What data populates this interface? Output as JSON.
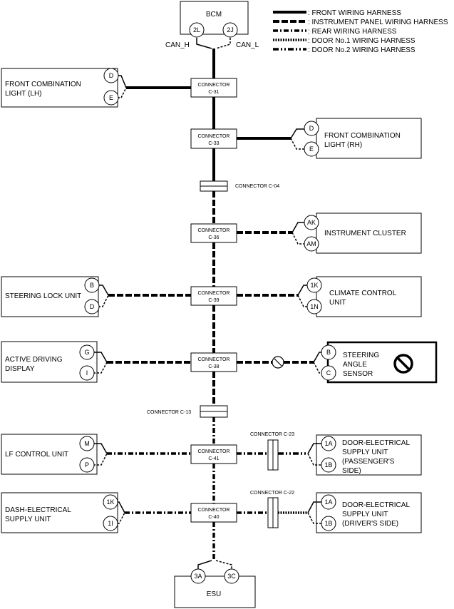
{
  "legend": [
    {
      "style": "front",
      "label": ": FRONT WIRING HARNESS"
    },
    {
      "style": "ip",
      "label": ": INSTRUMENT PANEL WIRING HARNESS"
    },
    {
      "style": "rear",
      "label": ": REAR WIRING HARNESS"
    },
    {
      "style": "door1",
      "label": ": DOOR No.1 WIRING HARNESS"
    },
    {
      "style": "door2",
      "label": ": DOOR No.2 WIRING HARNESS"
    }
  ],
  "bcm": {
    "label": "BCM",
    "pin_left": "2L",
    "pin_right": "2J",
    "can_h": "CAN_H",
    "can_l": "CAN_L"
  },
  "esu": {
    "label": "ESU",
    "pin_left": "3A",
    "pin_right": "3C"
  },
  "connectors": {
    "c31": {
      "line1": "CONNECTOR",
      "line2": "C-31"
    },
    "c33": {
      "line1": "CONNECTOR",
      "line2": "C-33"
    },
    "c36": {
      "line1": "CONNECTOR",
      "line2": "C-36"
    },
    "c39": {
      "line1": "CONNECTOR",
      "line2": "C-39"
    },
    "c38": {
      "line1": "CONNECTOR",
      "line2": "C-38"
    },
    "c41": {
      "line1": "CONNECTOR",
      "line2": "C-41"
    },
    "c40": {
      "line1": "CONNECTOR",
      "line2": "C-40"
    },
    "c04": "CONNECTOR C-04",
    "c13": "CONNECTOR C-13",
    "c23": "CONNECTOR C-23",
    "c22": "CONNECTOR C-22"
  },
  "units": {
    "front_comb_lh": {
      "line1": "FRONT COMBINATION",
      "line2": "LIGHT (LH)",
      "pin1": "D",
      "pin2": "E"
    },
    "front_comb_rh": {
      "line1": "FRONT COMBINATION",
      "line2": "LIGHT (RH)",
      "pin1": "D",
      "pin2": "E"
    },
    "instrument_cluster": {
      "line1": "INSTRUMENT CLUSTER",
      "pin1": "AK",
      "pin2": "AM"
    },
    "steering_lock": {
      "line1": "STEERING LOCK UNIT",
      "pin1": "B",
      "pin2": "D"
    },
    "climate_control": {
      "line1": "CLIMATE CONTROL",
      "line2": "UNIT",
      "pin1": "1K",
      "pin2": "1N"
    },
    "active_driving_display": {
      "line1": "ACTIVE DRIVING",
      "line2": "DISPLAY",
      "pin1": "G",
      "pin2": "I"
    },
    "steering_angle_sensor": {
      "line1": "STEERING",
      "line2": "ANGLE",
      "line3": "SENSOR",
      "pin1": "B",
      "pin2": "C"
    },
    "lf_control": {
      "line1": "LF CONTROL UNIT",
      "pin1": "M",
      "pin2": "P"
    },
    "door_passenger": {
      "line1": "DOOR-ELECTRICAL",
      "line2": "SUPPLY UNIT",
      "line3": "(PASSENGER'S",
      "line4": "SIDE)",
      "pin1": "1A",
      "pin2": "1B"
    },
    "dash_electrical": {
      "line1": "DASH-ELECTRICAL",
      "line2": "SUPPLY UNIT",
      "pin1": "1K",
      "pin2": "1I"
    },
    "door_driver": {
      "line1": "DOOR-ELECTRICAL",
      "line2": "SUPPLY UNIT",
      "line3": "(DRIVER'S SIDE)",
      "pin1": "1A",
      "pin2": "1B"
    }
  }
}
